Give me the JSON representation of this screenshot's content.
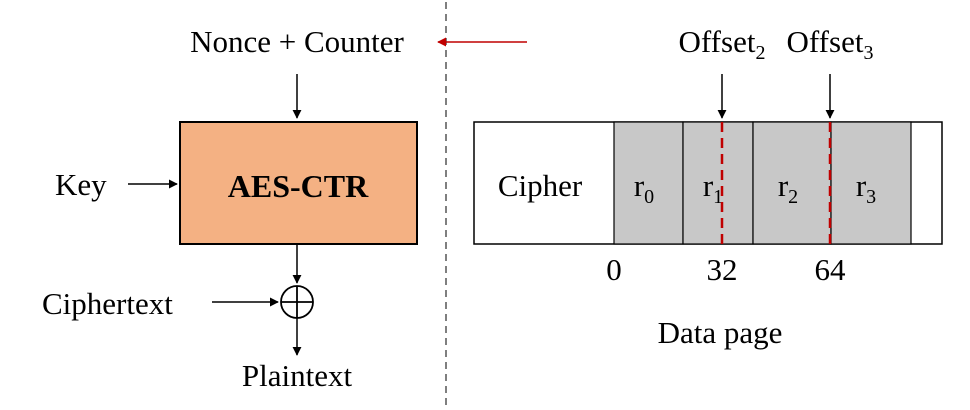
{
  "left": {
    "nonce_label": "Nonce + Counter",
    "key_label": "Key",
    "cipher_box_label": "AES-CTR",
    "ciphertext_label": "Ciphertext",
    "plaintext_label": "Plaintext",
    "box_fill": "#f4b183"
  },
  "right": {
    "offset2": {
      "base": "Offset",
      "sub": "2"
    },
    "offset3": {
      "base": "Offset",
      "sub": "3"
    },
    "cipher_label": "Cipher",
    "records": [
      {
        "base": "r",
        "sub": "0"
      },
      {
        "base": "r",
        "sub": "1"
      },
      {
        "base": "r",
        "sub": "2"
      },
      {
        "base": "r",
        "sub": "3"
      }
    ],
    "ticks": [
      "0",
      "32",
      "64"
    ],
    "caption": "Data page",
    "record_fill": "#c8c8c8"
  },
  "colors": {
    "divider": "#555555",
    "offset_line": "#c00000",
    "arrow_red": "#c00000"
  }
}
